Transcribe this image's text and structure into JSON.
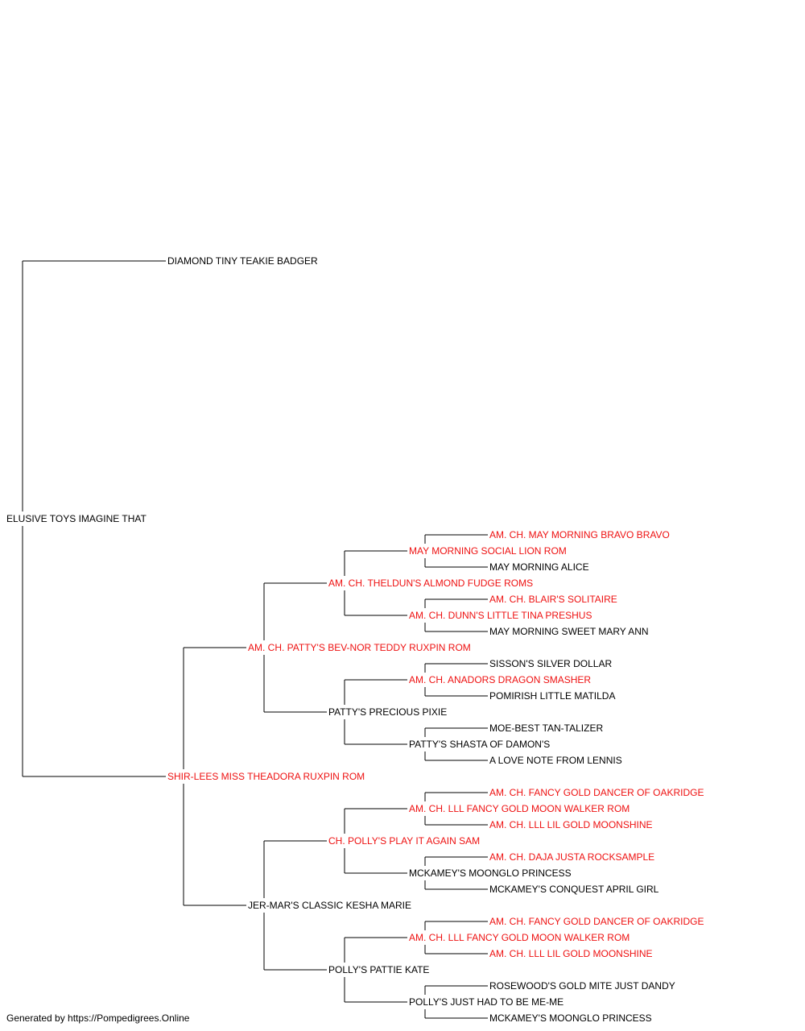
{
  "colors": {
    "champion": "#ee1111",
    "normal": "#000000",
    "line": "#000000"
  },
  "root": {
    "name": "ELUSIVE TOYS IMAGINE THAT",
    "champion": false,
    "sire": {
      "name": "DIAMOND TINY TEAKIE BADGER",
      "champion": false
    },
    "dam": {
      "name": "SHIR-LEES MISS THEADORA RUXPIN ROM",
      "champion": true,
      "sire": {
        "name": "AM. CH. PATTY'S BEV-NOR TEDDY RUXPIN ROM",
        "champion": true,
        "sire": {
          "name": "AM. CH. THELDUN'S ALMOND FUDGE ROMS",
          "champion": true,
          "sire": {
            "name": "MAY MORNING SOCIAL LION ROM",
            "champion": true,
            "sire": {
              "name": "AM. CH. MAY MORNING BRAVO BRAVO",
              "champion": true
            },
            "dam": {
              "name": "MAY MORNING ALICE",
              "champion": false
            }
          },
          "dam": {
            "name": "AM. CH. DUNN'S LITTLE TINA PRESHUS",
            "champion": true,
            "sire": {
              "name": "AM. CH. BLAIR'S SOLITAIRE",
              "champion": true
            },
            "dam": {
              "name": "MAY MORNING SWEET MARY ANN",
              "champion": false
            }
          }
        },
        "dam": {
          "name": "PATTY'S PRECIOUS PIXIE",
          "champion": false,
          "sire": {
            "name": "AM. CH. ANADORS DRAGON SMASHER",
            "champion": true,
            "sire": {
              "name": "SISSON'S SILVER DOLLAR",
              "champion": false
            },
            "dam": {
              "name": "POMIRISH LITTLE MATILDA",
              "champion": false
            }
          },
          "dam": {
            "name": "PATTY'S SHASTA OF DAMON'S",
            "champion": false,
            "sire": {
              "name": "MOE-BEST TAN-TALIZER",
              "champion": false
            },
            "dam": {
              "name": "A LOVE NOTE FROM LENNIS",
              "champion": false
            }
          }
        }
      },
      "dam": {
        "name": "JER-MAR'S CLASSIC KESHA MARIE",
        "champion": false,
        "sire": {
          "name": "CH. POLLY'S PLAY IT AGAIN SAM",
          "champion": true,
          "sire": {
            "name": "AM. CH. LLL FANCY GOLD MOON WALKER ROM",
            "champion": true,
            "sire": {
              "name": "AM. CH. FANCY GOLD DANCER OF OAKRIDGE",
              "champion": true
            },
            "dam": {
              "name": "AM. CH. LLL LIL GOLD MOONSHINE",
              "champion": true
            }
          },
          "dam": {
            "name": "MCKAMEY'S MOONGLO PRINCESS",
            "champion": false,
            "sire": {
              "name": "AM. CH. DAJA JUSTA ROCKSAMPLE",
              "champion": true
            },
            "dam": {
              "name": "MCKAMEY'S CONQUEST APRIL GIRL",
              "champion": false
            }
          }
        },
        "dam": {
          "name": "POLLY'S PATTIE KATE",
          "champion": false,
          "sire": {
            "name": "AM. CH. LLL FANCY GOLD MOON WALKER ROM",
            "champion": true,
            "sire": {
              "name": "AM. CH. FANCY GOLD DANCER OF OAKRIDGE",
              "champion": true
            },
            "dam": {
              "name": "AM. CH. LLL LIL GOLD MOONSHINE",
              "champion": true
            }
          },
          "dam": {
            "name": "POLLY'S JUST HAD TO BE ME-ME",
            "champion": false,
            "sire": {
              "name": "ROSEWOOD'S GOLD MITE JUST DANDY",
              "champion": false
            },
            "dam": {
              "name": "MCKAMEY'S MOONGLO PRINCESS",
              "champion": false
            }
          }
        }
      }
    }
  },
  "footer": "Generated by https://Pompedigrees.Online"
}
